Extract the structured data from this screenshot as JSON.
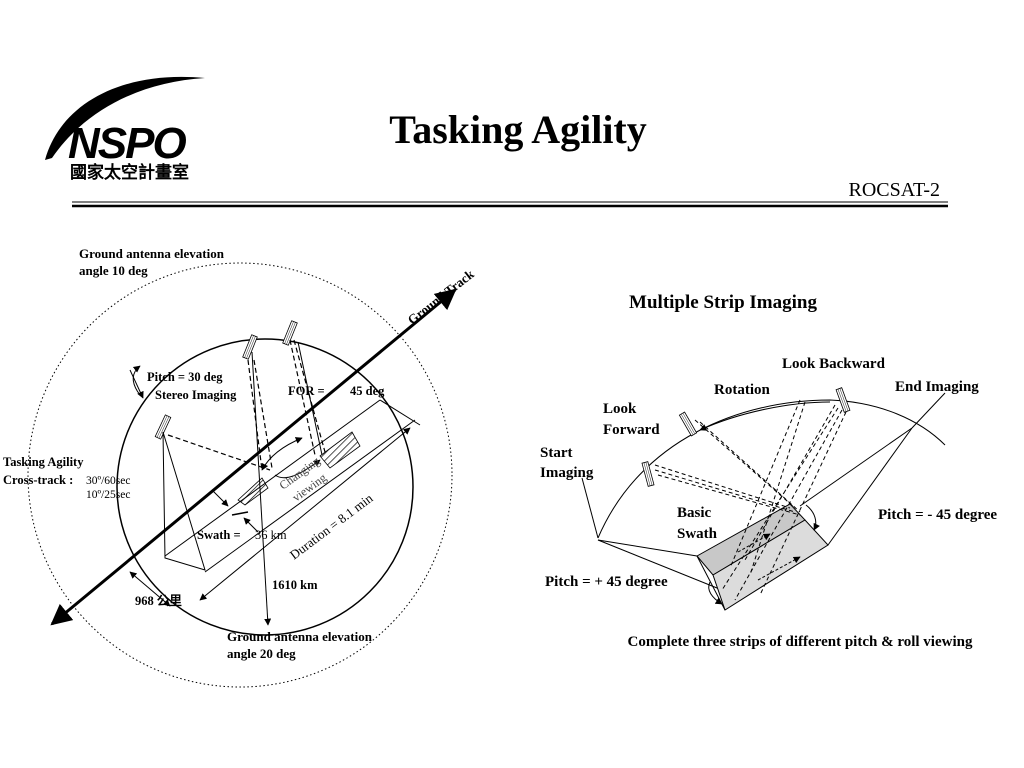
{
  "header": {
    "logo_text": "NSPO",
    "logo_subtitle": "國家太空計畫室",
    "title": "Tasking Agility",
    "subtitle": "ROCSAT-2"
  },
  "left_diagram": {
    "ground_antenna_10_line1": "Ground antenna elevation",
    "ground_antenna_10_line2": "angle 10 deg",
    "ground_track": "Ground Track",
    "pitch_30": "Pitch = 30 deg",
    "stereo_imaging": "Stereo Imaging",
    "for_label": "FOR =",
    "for_value": "45 deg",
    "tasking_agility": "Tasking Agility",
    "cross_track_label": "Cross-track :",
    "cross_track_1": "30º/60sec",
    "cross_track_2": "10º/25sec",
    "changing_line1": "Changing",
    "changing_line2": "viewing",
    "swath_label": "Swath =",
    "swath_value": "36 km",
    "duration": "Duration = 8.1 min",
    "distance_968": "968 公里",
    "distance_1610": "1610 km",
    "ground_antenna_20_line1": "Ground antenna elevation",
    "ground_antenna_20_line2": "angle 20 deg"
  },
  "right_diagram": {
    "title": "Multiple Strip Imaging",
    "look_backward": "Look Backward",
    "rotation": "Rotation",
    "end_imaging": "End Imaging",
    "look_line1": "Look",
    "look_line2": "Forward",
    "start_line1": "Start",
    "start_line2": "Imaging",
    "basic_line1": "Basic",
    "basic_line2": "Swath",
    "pitch_neg45": "Pitch = - 45 degree",
    "pitch_pos45": "Pitch = + 45 degree",
    "caption": "Complete three strips of different pitch & roll viewing"
  }
}
